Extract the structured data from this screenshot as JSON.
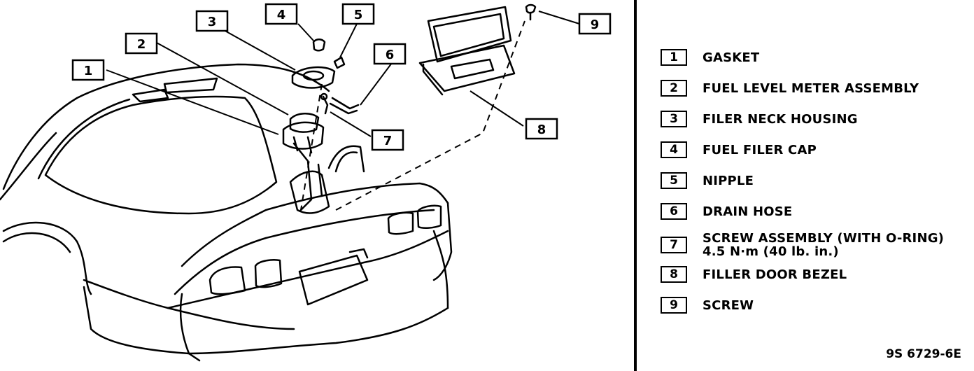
{
  "callouts": [
    "1",
    "2",
    "3",
    "4",
    "5",
    "6",
    "7",
    "8",
    "9"
  ],
  "legend": [
    {
      "num": "1",
      "text": "GASKET"
    },
    {
      "num": "2",
      "text": "FUEL LEVEL METER ASSEMBLY"
    },
    {
      "num": "3",
      "text": "FILER NECK HOUSING"
    },
    {
      "num": "4",
      "text": "FUEL FILER CAP"
    },
    {
      "num": "5",
      "text": "NIPPLE"
    },
    {
      "num": "6",
      "text": "DRAIN HOSE"
    },
    {
      "num": "7",
      "text": "SCREW ASSEMBLY (WITH O-RING)\n4.5 N·m (40 lb. in.)"
    },
    {
      "num": "8",
      "text": "FILLER DOOR BEZEL"
    },
    {
      "num": "9",
      "text": "SCREW"
    }
  ],
  "drawing_number": "9S 6729-6E"
}
